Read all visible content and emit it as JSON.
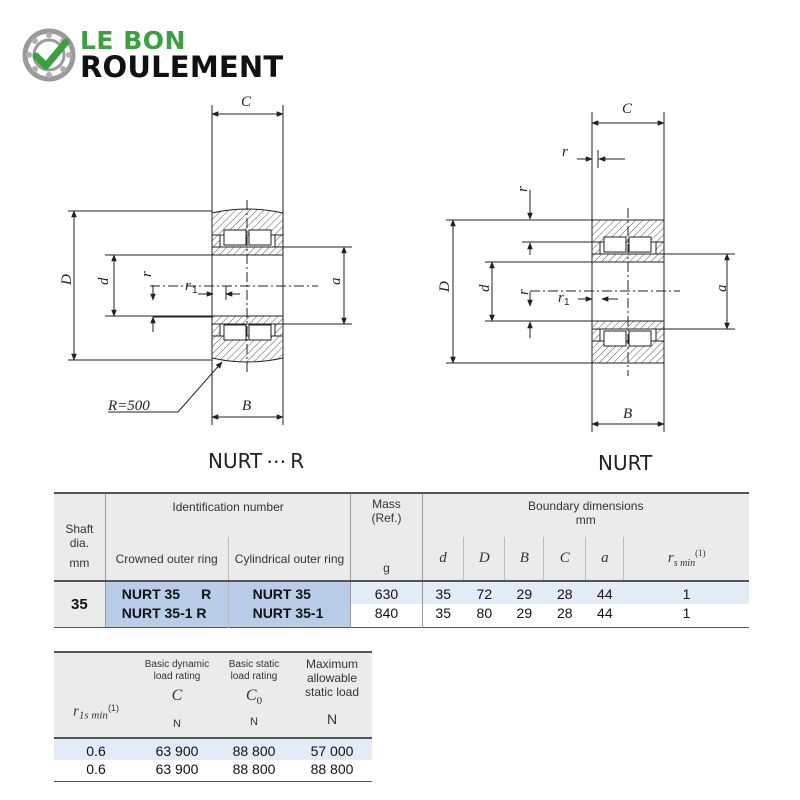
{
  "logo": {
    "line1": "LE BON",
    "line2": "ROULEMENT",
    "icon": "bearing-check-icon",
    "accent": "#3aa040"
  },
  "drawing_left": {
    "caption": "NURT ⋯ R",
    "labels": {
      "C": "C",
      "D": "D",
      "d": "d",
      "r1": "r",
      "r1_sub": "1",
      "r1b": "r",
      "r1b_sub": "1",
      "a": "a",
      "R": "R=500",
      "B": "B"
    }
  },
  "drawing_right": {
    "caption": "NURT",
    "labels": {
      "C": "C",
      "r_top": "r",
      "r_left": "r",
      "D": "D",
      "d": "d",
      "r1": "r",
      "r1_sub": "1",
      "r1b": "r",
      "r1b_sub": "1",
      "a": "a",
      "B": "B"
    }
  },
  "table1": {
    "shaft_label": "Shaft\ndia.",
    "shaft_unit": "mm",
    "ident_header": "Identification number",
    "crowned_header": "Crowned outer ring",
    "cylindrical_header": "Cylindrical outer ring",
    "mass_header": "Mass\n(Ref.)",
    "mass_unit": "g",
    "boundary_header": "Boundary dimensions",
    "boundary_unit": "mm",
    "sym_d": "d",
    "sym_D": "D",
    "sym_B": "B",
    "sym_C": "C",
    "sym_a": "a",
    "sym_rs": "r",
    "sym_rs_sub": "s min",
    "sym_rs_note": "(1)",
    "shaft_value": "35",
    "rows": [
      {
        "crowned": "NURT 35  R",
        "cylindrical": "NURT 35",
        "mass": "630",
        "d": "35",
        "D": "72",
        "B": "29",
        "C": "28",
        "a": "44",
        "rs": "1"
      },
      {
        "crowned": "NURT 35-1 R",
        "cylindrical": "NURT 35-1",
        "mass": "840",
        "d": "35",
        "D": "80",
        "B": "29",
        "C": "28",
        "a": "44",
        "rs": "1"
      }
    ]
  },
  "table2": {
    "r1s_sym": "r",
    "r1s_sub": "1s min",
    "r1s_note": "(1)",
    "dyn_header": "Basic dynamic\nload rating",
    "dyn_sym": "C",
    "dyn_unit": "N",
    "stat_header": "Basic static\nload rating",
    "stat_sym": "C",
    "stat_sub": "0",
    "stat_unit": "N",
    "max_header": "Maximum\nallowable\nstatic load",
    "max_unit": "N",
    "rows": [
      {
        "r1s": "0.6",
        "dyn": "63 900",
        "stat": "88 800",
        "max": "57 000"
      },
      {
        "r1s": "0.6",
        "dyn": "63 900",
        "stat": "88 800",
        "max": "88 800"
      }
    ]
  }
}
